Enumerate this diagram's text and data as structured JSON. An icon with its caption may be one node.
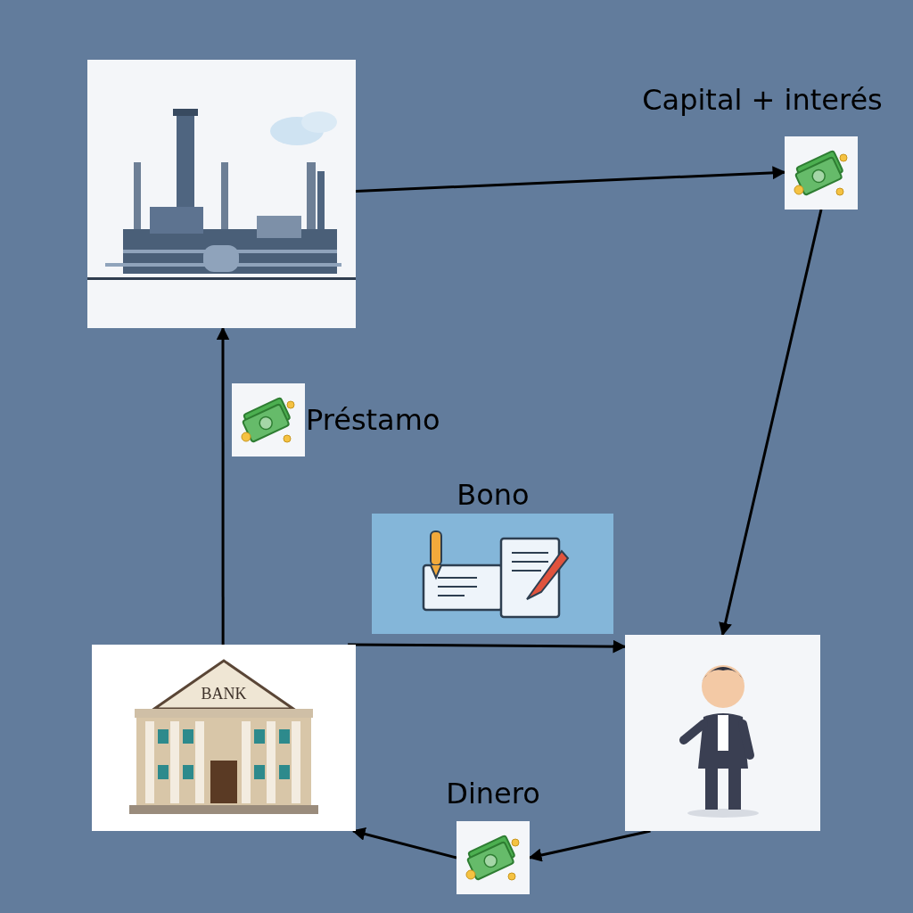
{
  "diagram": {
    "nodes": [
      {
        "text": [],
        "shape": "picture"
      },
      {
        "text": [],
        "shape": "picture",
        "beside": [
          "Capital + interés"
        ]
      },
      {
        "text": [],
        "shape": "picture",
        "beside": [
          "Préstamo"
        ]
      },
      {
        "text": [],
        "shape": "picture",
        "beside": [
          "Bono"
        ]
      },
      {
        "text": [],
        "shape": "picture"
      },
      {
        "text": [],
        "shape": "picture"
      },
      {
        "text": [],
        "shape": "picture",
        "beside": [
          "Dinero"
        ]
      }
    ],
    "edges": [
      {
        "from": 0,
        "to": 1,
        "arrow": "to"
      },
      {
        "from": 1,
        "to": 5,
        "arrow": "to"
      },
      {
        "from": 4,
        "to": 0,
        "arrow": "to"
      },
      {
        "from": 4,
        "to": 5,
        "arrow": "to"
      },
      {
        "from": 5,
        "to": 6,
        "arrow": "to"
      },
      {
        "from": 6,
        "to": 4,
        "arrow": "to"
      }
    ],
    "labels": [
      "BANK"
    ]
  }
}
